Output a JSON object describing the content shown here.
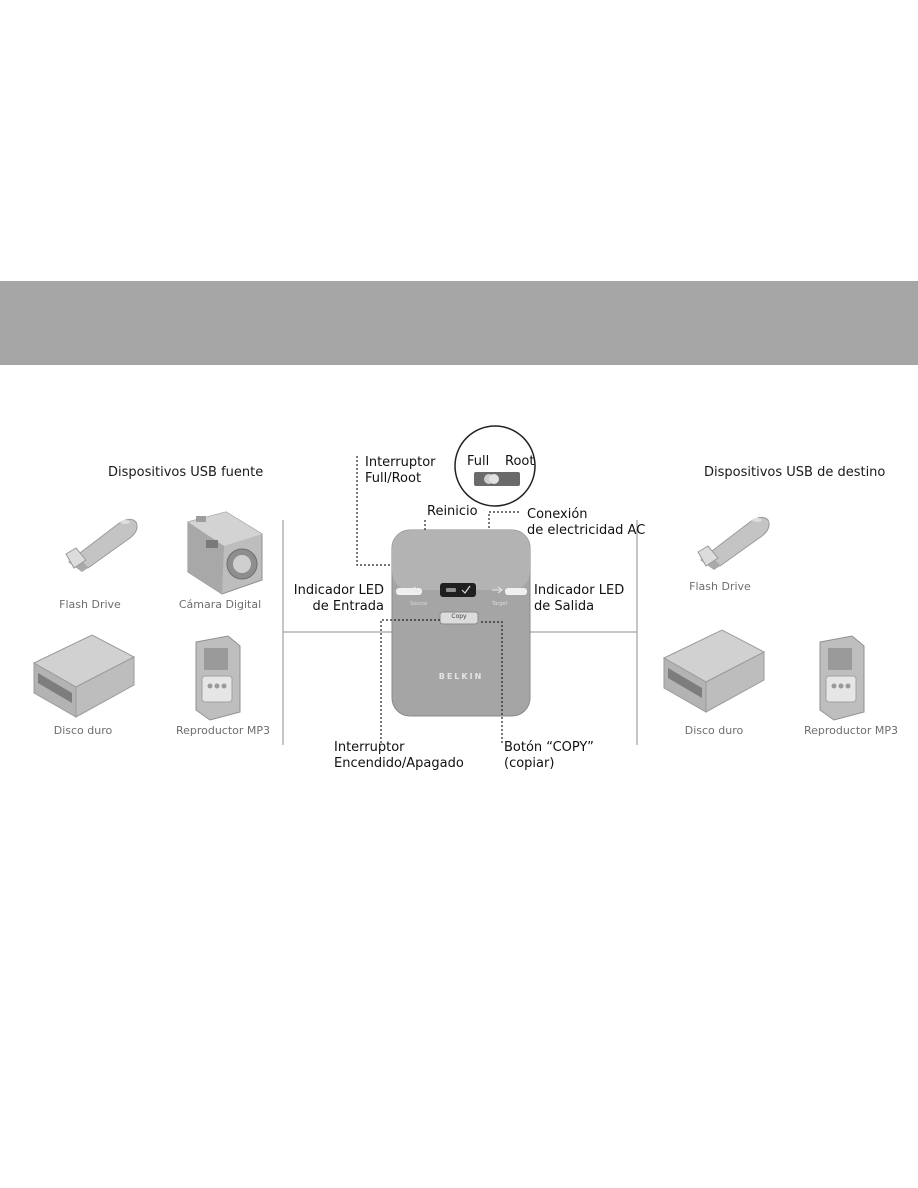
{
  "source_section": {
    "title": "Dispositivos USB fuente",
    "devices": [
      "Flash Drive",
      "Cámara Digital",
      "Disco duro",
      "Reproductor MP3"
    ]
  },
  "destination_section": {
    "title": "Dispositivos USB de destino",
    "devices": [
      "Flash Drive",
      "Disco duro",
      "Reproductor MP3"
    ]
  },
  "device_labels": {
    "full_root_switch": [
      "Interruptor",
      "Full/Root"
    ],
    "switch_full": "Full",
    "switch_root": "Root",
    "reset": "Reinicio",
    "ac_power": [
      "Conexión",
      "de electricidad AC"
    ],
    "input_led": [
      "Indicador LED",
      "de Entrada"
    ],
    "output_led": [
      "Indicador LED",
      "de Salida"
    ],
    "power_switch": [
      "Interruptor",
      "Encendido/Apagado"
    ],
    "copy_button": [
      "Botón “COPY”",
      "(copiar)"
    ],
    "copy_key": "Copy",
    "brand": "BELKIN"
  },
  "colors": {
    "banner": "#a7a6a6",
    "device_body": "#a5a5a5",
    "illustration_gray": "#b9b9b9"
  }
}
